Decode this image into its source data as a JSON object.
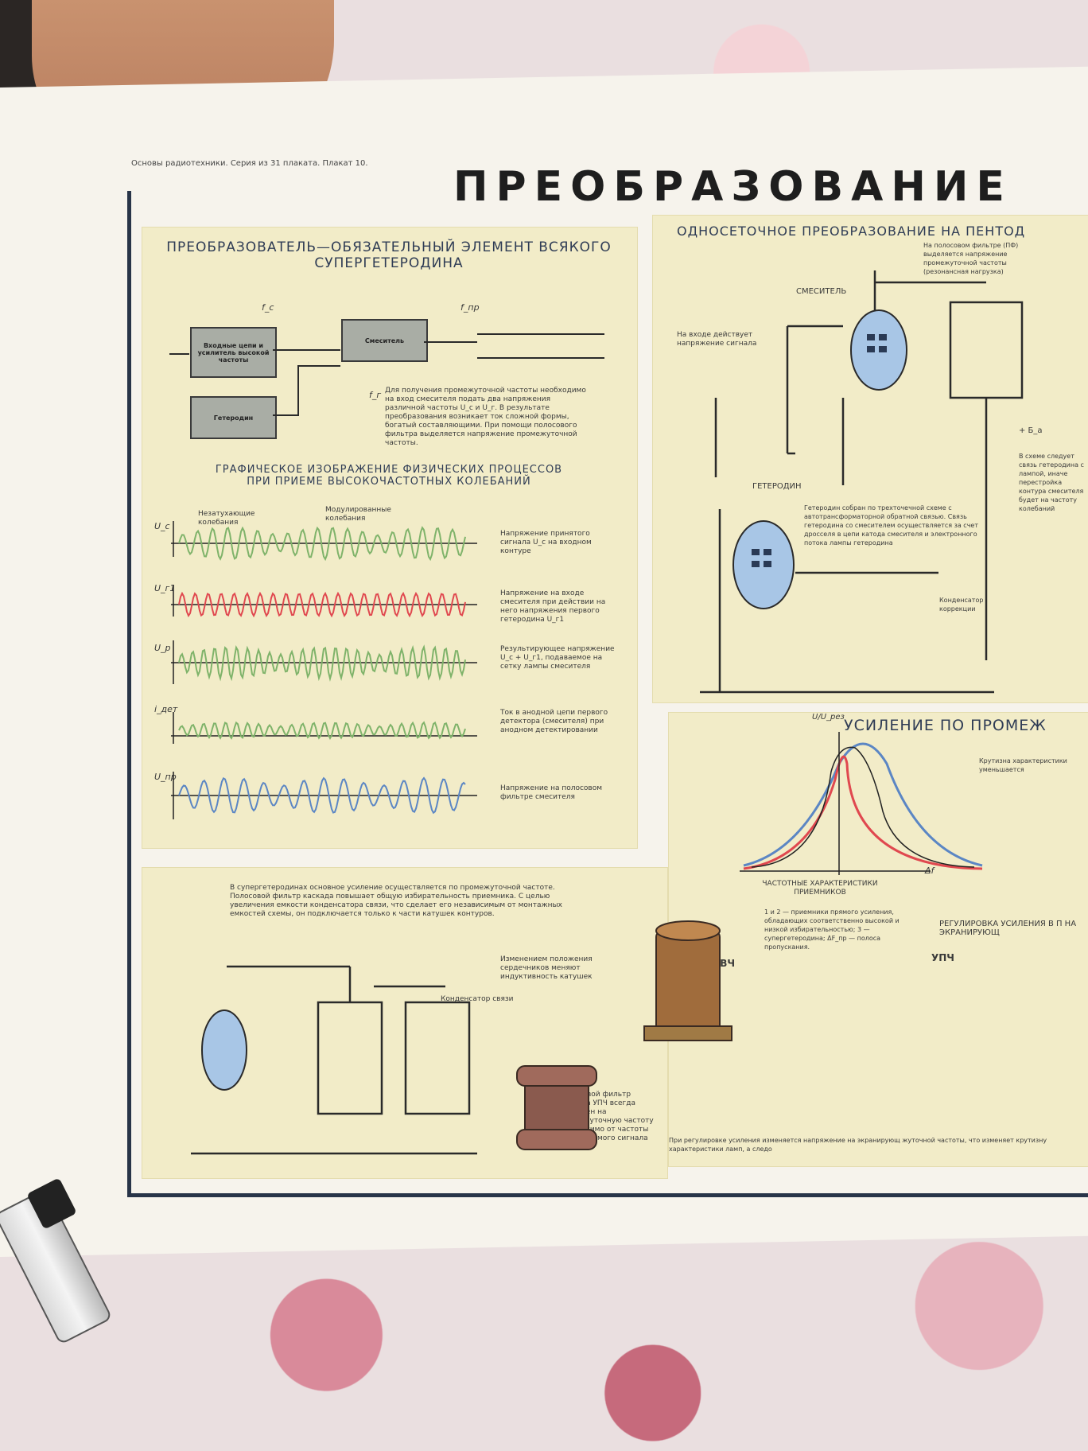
{
  "series_line": "Основы радиотехники. Серия из 31 плаката. Плакат 10.",
  "title": "ПРЕОБРАЗОВАНИЕ",
  "left": {
    "heading": "ПРЕОБРАЗОВАТЕЛЬ—ОБЯЗАТЕЛЬНЫЙ ЭЛЕМЕНТ ВСЯКОГО СУПЕРГЕТЕРОДИНА",
    "box_input": "Входные цепи и усилитель высокой частоты",
    "box_mixer": "Смеситель",
    "box_lo": "Гетеродин",
    "label_fc": "f_c",
    "label_fpr": "f_пр",
    "label_fg": "f_г",
    "para": "Для получения промежуточной частоты необходимо на вход смесителя подать два напряжения различной частоты U_c и U_г. В результате преобразования возникает ток сложной формы, богатый составляющими. При помощи полосового фильтра выделяется напряжение промежуточной частоты.",
    "graph_heading": "ГРАФИЧЕСКОЕ ИЗОБРАЖЕНИЕ ФИЗИЧЕСКИХ ПРОЦЕССОВ ПРИ ПРИЕМЕ ВЫСОКОЧАСТОТНЫХ КОЛЕБАНИЙ",
    "lbl_undamped": "Незатухающие колебания",
    "lbl_modulated": "Модулированные колебания",
    "rows": [
      {
        "axis": "U_c",
        "caption": "Напряжение принятого сигнала U_c на входном контуре"
      },
      {
        "axis": "U_г1",
        "caption": "Напряжение на входе смесителя при действии на него напряжения первого гетеродина U_г1"
      },
      {
        "axis": "U_р",
        "caption": "Результирующее напряжение U_c + U_г1, подаваемое на сетку лампы смесителя"
      },
      {
        "axis": "i_дет",
        "caption": "Ток в анодной цепи первого детектора (смесителя) при анодном детектировании"
      },
      {
        "axis": "U_пр",
        "caption": "Напряжение на полосовом фильтре смесителя"
      }
    ]
  },
  "right": {
    "heading": "ОДНОСЕТОЧНОЕ ПРЕОБРАЗОВАНИЕ НА ПЕНТОД",
    "pf_note": "На полосовом фильтре (ПФ) выделяется напряжение промежуточной частоты (резонансная нагрузка)",
    "mixer": "СМЕСИТЕЛЬ",
    "input_note": "На входе действует напряжение сигнала",
    "lo": "ГЕТЕРОДИН",
    "lo_note": "Гетеродин собран по трехточечной схеме с автотрансформаторной обратной связью. Связь гетеродина со смесителем осуществляется за счет дросселя в цепи катода смесителя и электронного потока лампы гетеродина",
    "cap_note": "Конденсатор коррекции",
    "plus_b": "+ Б_а",
    "side_note": "В схеме следует связь гетеродина с лампой, иначе перестройка контура смесителя будет на частоту колебаний"
  },
  "ifamp": {
    "heading": "УСИЛЕНИЕ ПО ПРОМЕЖ",
    "y_axis": "U/U_рез",
    "x_axis": "Δf",
    "slope_note": "Крутизна характеристики уменьшается",
    "caption": "ЧАСТОТНЫЕ ХАРАКТЕРИСТИКИ ПРИЕМНИКОВ",
    "legend": "1 и 2 — приемники прямого усиления, обладающих соответственно высокой и низкой избирательностью; 3 — супергетеродина; ΔF_пр — полоса пропускания.",
    "gain_heading": "РЕГУЛИРОВКА УСИЛЕНИЯ В П НА ЭКРАНИРУЮЩ",
    "uvch": "УВЧ",
    "upch": "УПЧ",
    "bottom_note": "При регулировке усиления изменяется напряжение на экранирующ жуточной частоты, что изменяет крутизну характеристики ламп, а следо"
  },
  "bottom": {
    "para": "В супергетеродинах основное усиление осуществляется по промежуточной частоте. Полосовой фильтр каскада повышает общую избирательность приемника. С целью увеличения емкости конденсатора связи, что сделает его независимым от монтажных емкостей схемы, он подключается только к части катушек контуров.",
    "cap_coupling": "Конденсатор связи",
    "core_note": "Изменением положения сердечников меняют индуктивность катушек",
    "filter_note": "Полосовой фильтр каскада УПЧ всегда настроен на промежуточную частоту независимо от частоты принимаемого сигнала"
  },
  "colors": {
    "signal": "#7fb36a",
    "lo": "#e0484f",
    "if": "#5b86c4",
    "panel": "#f2ecc8"
  }
}
